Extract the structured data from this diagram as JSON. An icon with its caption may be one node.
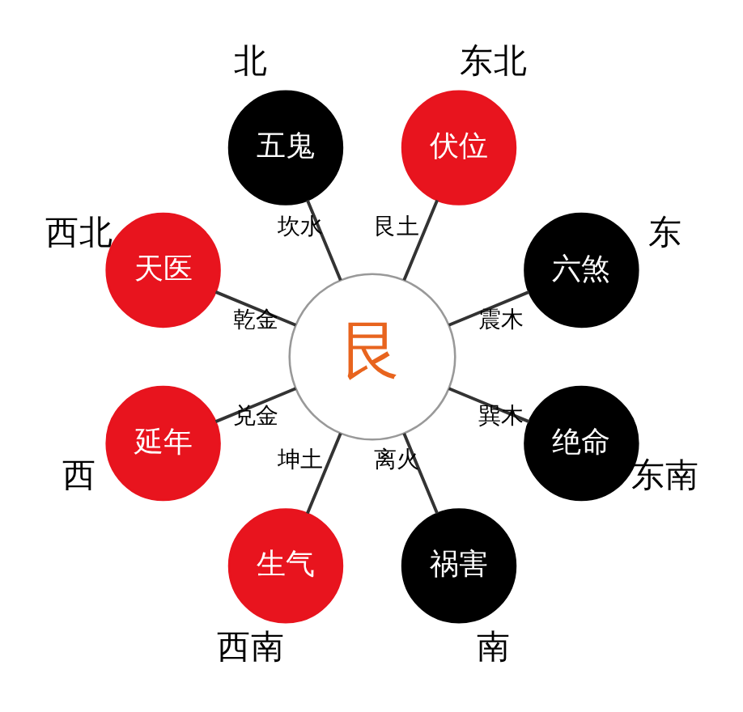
{
  "diagram": {
    "nodes": [
      {
        "text": [
          "艮"
        ]
      },
      {
        "text": [
          "五鬼"
        ],
        "beside": [
          "北"
        ]
      },
      {
        "text": [
          "伏位"
        ],
        "beside": [
          "东北"
        ]
      },
      {
        "text": [
          "六煞"
        ],
        "beside": [
          "东"
        ]
      },
      {
        "text": [
          "绝命"
        ],
        "beside": [
          "东南"
        ]
      },
      {
        "text": [
          "祸害"
        ],
        "beside": [
          "南"
        ]
      },
      {
        "text": [
          "生气"
        ],
        "beside": [
          "西南"
        ]
      },
      {
        "text": [
          "延年"
        ],
        "beside": [
          "西"
        ]
      },
      {
        "text": [
          "天医"
        ],
        "beside": [
          "西北"
        ]
      }
    ],
    "edges": [
      {
        "from": 0,
        "to": 1,
        "arrow": "none",
        "label": "坎水"
      },
      {
        "from": 0,
        "to": 2,
        "arrow": "none",
        "label": "艮土"
      },
      {
        "from": 0,
        "to": 3,
        "arrow": "none",
        "label": "震木"
      },
      {
        "from": 0,
        "to": 4,
        "arrow": "none",
        "label": "巽木"
      },
      {
        "from": 0,
        "to": 5,
        "arrow": "none",
        "label": "离火"
      },
      {
        "from": 0,
        "to": 6,
        "arrow": "none",
        "label": "坤土"
      },
      {
        "from": 0,
        "to": 7,
        "arrow": "none",
        "label": "兑金"
      },
      {
        "from": 0,
        "to": 8,
        "arrow": "none",
        "label": "乾金"
      }
    ]
  }
}
